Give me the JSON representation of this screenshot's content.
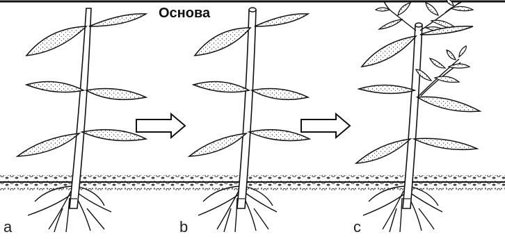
{
  "title": "Основа",
  "panels": [
    {
      "label": "a"
    },
    {
      "label": "b"
    },
    {
      "label": "c"
    }
  ]
}
